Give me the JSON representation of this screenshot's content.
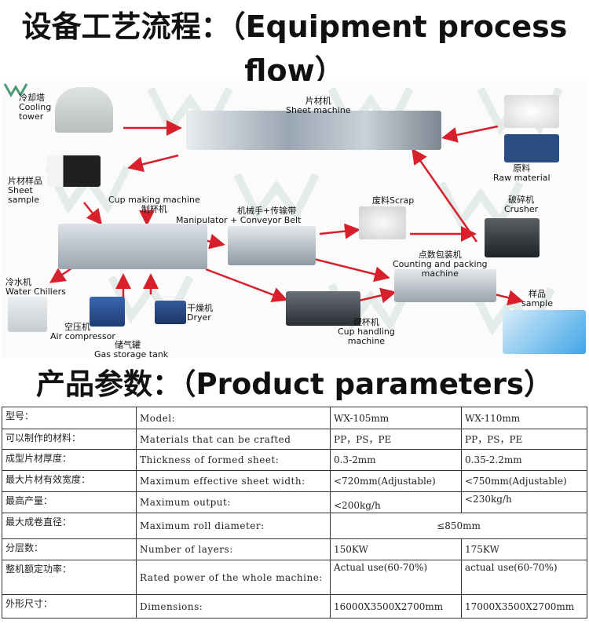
{
  "header": {
    "title_line1": "设备工艺流程：（Equipment process",
    "title_line2": "flow）"
  },
  "diagram": {
    "cooling_tower": [
      "冷却塔",
      "Cooling",
      "tower"
    ],
    "sheet_machine": [
      "片材机",
      "Sheet machine"
    ],
    "raw_material": [
      "原料",
      "Raw material"
    ],
    "sheet_sample": [
      "片材样品",
      "Sheet",
      "sample"
    ],
    "cup_making": [
      "Cup making machine",
      "制杯机"
    ],
    "manipulator": [
      "机械手+传输带",
      "Manipulator + Conveyor Belt"
    ],
    "scrap": "废料Scrap",
    "crusher": [
      "破碎机",
      "Crusher"
    ],
    "counting": [
      "点数包装机",
      "Counting and packing",
      "machine"
    ],
    "water_chillers": [
      "冷水机",
      "Water Chillers"
    ],
    "dryer": [
      "干燥机",
      "Dryer"
    ],
    "air_compressor": [
      "空压机",
      "Air compressor"
    ],
    "gas_tank": [
      "储气罐",
      "Gas storage tank"
    ],
    "cup_handling": [
      "理杯机",
      "Cup handling",
      "machine"
    ],
    "sample": [
      "样品",
      "sample"
    ],
    "colors": {
      "arrow": "#d8202c",
      "watermark": "#e3ece8"
    }
  },
  "params": {
    "title": "产品参数：（Product parameters）",
    "rows": [
      {
        "cn": "型号：",
        "en": "Model:",
        "a": "WX-105mm",
        "b": "WX-110mm"
      },
      {
        "cn": "可以制作的材料：",
        "en": "Materials that can be crafted",
        "a": "PP，PS，PE",
        "b": "PP，PS，PE"
      },
      {
        "cn": "成型片材厚度：",
        "en": "Thickness of formed sheet:",
        "a": "0.3-2mm",
        "b": "0.35-2.2mm"
      },
      {
        "cn": "最大片材有效宽度：",
        "en": "Maximum effective sheet width:",
        "a": "<720mm(Adjustable)",
        "b": "<750mm(Adjustable)"
      },
      {
        "cn": "最高产量：",
        "en": "Maximum output:",
        "a": "<200kg/h",
        "b": "<230kg/h"
      },
      {
        "cn": "最大成卷直径：",
        "en": "Maximum roll diameter:",
        "ab": "≤850mm"
      },
      {
        "cn": "分层数：",
        "en": "Number of layers:",
        "a": "150KW",
        "b": "175KW"
      },
      {
        "cn": "整机额定功率：",
        "en": "Rated power of the whole machine:",
        "a": "Actual use(60-70%)",
        "b": "actual use(60-70%)"
      },
      {
        "cn": "外形尺寸：",
        "en": "Dimensions:",
        "a": "16000X3500X2700mm",
        "b": "17000X3500X2700mm"
      }
    ]
  }
}
